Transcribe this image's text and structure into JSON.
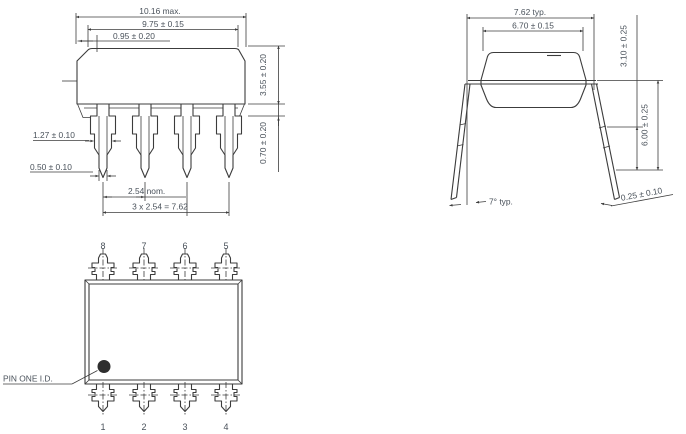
{
  "front_view": {
    "dims": {
      "width_max": "10.16 max.",
      "width": "9.75 ± 0.15",
      "end_to_lead": "0.95 ± 0.20",
      "lead_shoulder_width": "1.27 ± 0.10",
      "lead_tip_width": "0.50 ± 0.10",
      "pitch": "2.54 nom.",
      "pitch_total": "3 x 2.54 = 7.62",
      "body_height": "3.55 ± 0.20",
      "shoulder_height": "0.70 ± 0.20"
    }
  },
  "side_view": {
    "dims": {
      "row_spacing": "7.62 typ.",
      "body_width": "6.70 ± 0.15",
      "upper_height": "3.10 ± 0.25",
      "lead_length": "6.00 ± 0.25",
      "lead_angle": "7° typ.",
      "lead_thickness": "0.25 ± 0.10"
    }
  },
  "bottom_view": {
    "pin_one_label": "PIN ONE I.D.",
    "top_pin_numbers": [
      "8",
      "7",
      "6",
      "5"
    ],
    "bottom_pin_numbers": [
      "1",
      "2",
      "3",
      "4"
    ]
  },
  "colors": {
    "line": "#3c3c3c",
    "text": "#49515a",
    "background": "#ffffff"
  }
}
